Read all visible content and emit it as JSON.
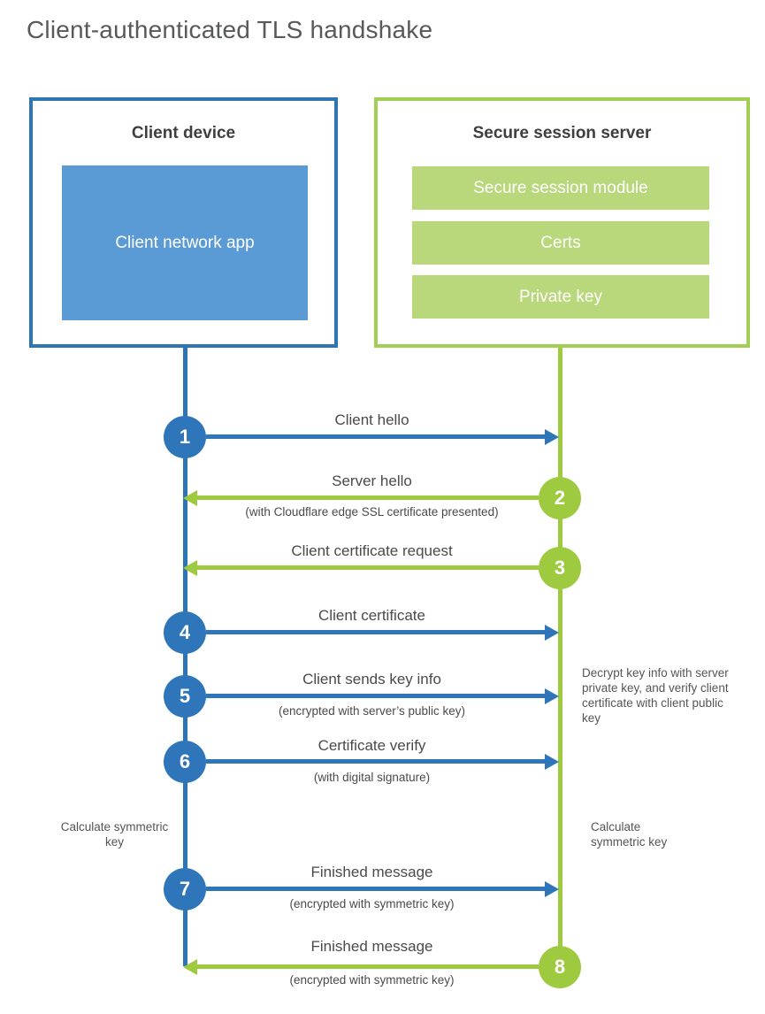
{
  "title": "Client-authenticated TLS handshake",
  "colors": {
    "blue_line": "#2e76b9",
    "blue_border": "#2e75b6",
    "blue_fill": "#5b9bd5",
    "green_line": "#9dca3e",
    "green_border": "#a2ce54",
    "green_fill": "#b9d77b",
    "heading_text": "#3f3f3f",
    "label_text": "#4a4a4a"
  },
  "client_box": {
    "title": "Client device",
    "inner_label": "Client network app"
  },
  "server_box": {
    "title": "Secure session server",
    "modules": [
      "Secure session module",
      "Certs",
      "Private key"
    ]
  },
  "steps": [
    {
      "num": "1",
      "label": "Client hello",
      "sub": "",
      "direction": "right",
      "color": "blue"
    },
    {
      "num": "2",
      "label": "Server hello",
      "sub": "(with Cloudflare edge SSL certificate presented)",
      "direction": "left",
      "color": "green"
    },
    {
      "num": "3",
      "label": "Client certificate request",
      "sub": "",
      "direction": "left",
      "color": "green"
    },
    {
      "num": "4",
      "label": "Client certificate",
      "sub": "",
      "direction": "right",
      "color": "blue"
    },
    {
      "num": "5",
      "label": "Client sends key info",
      "sub": "(encrypted with server’s public key)",
      "direction": "right",
      "color": "blue"
    },
    {
      "num": "6",
      "label": "Certificate verify",
      "sub": "(with digital signature)",
      "direction": "right",
      "color": "blue"
    },
    {
      "num": "7",
      "label": "Finished message",
      "sub": "(encrypted with symmetric key)",
      "direction": "right",
      "color": "blue"
    },
    {
      "num": "8",
      "label": "Finished message",
      "sub": "(encrypted with symmetric key)",
      "direction": "left",
      "color": "green"
    }
  ],
  "notes": {
    "server_note": "Decrypt key info with server private key, and verify client certificate with client public key",
    "calc_left": "Calculate symmetric key",
    "calc_right": "Calculate symmetric key"
  }
}
